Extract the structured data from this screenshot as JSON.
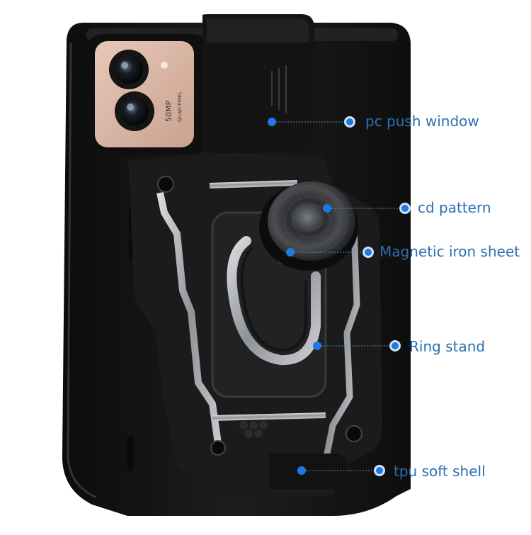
{
  "camera": {
    "lens_text": "50MP",
    "lens_subtext": "QUAD PIXEL"
  },
  "callouts": [
    {
      "id": "pc-push-window",
      "label": "pc push window"
    },
    {
      "id": "cd-pattern",
      "label": "cd pattern"
    },
    {
      "id": "magnetic-iron-sheet",
      "label": "Magnetic iron sheet"
    },
    {
      "id": "ring-stand",
      "label": "Ring stand"
    },
    {
      "id": "tpu-soft-shell",
      "label": "tpu soft shell"
    }
  ],
  "colors": {
    "accent": "#1e7ae0",
    "label": "#2a6fb3",
    "case": "#151515",
    "armor": "#1c1c1c",
    "silver": "#b8bcc0",
    "camera_plate": "#d9b8a8"
  }
}
